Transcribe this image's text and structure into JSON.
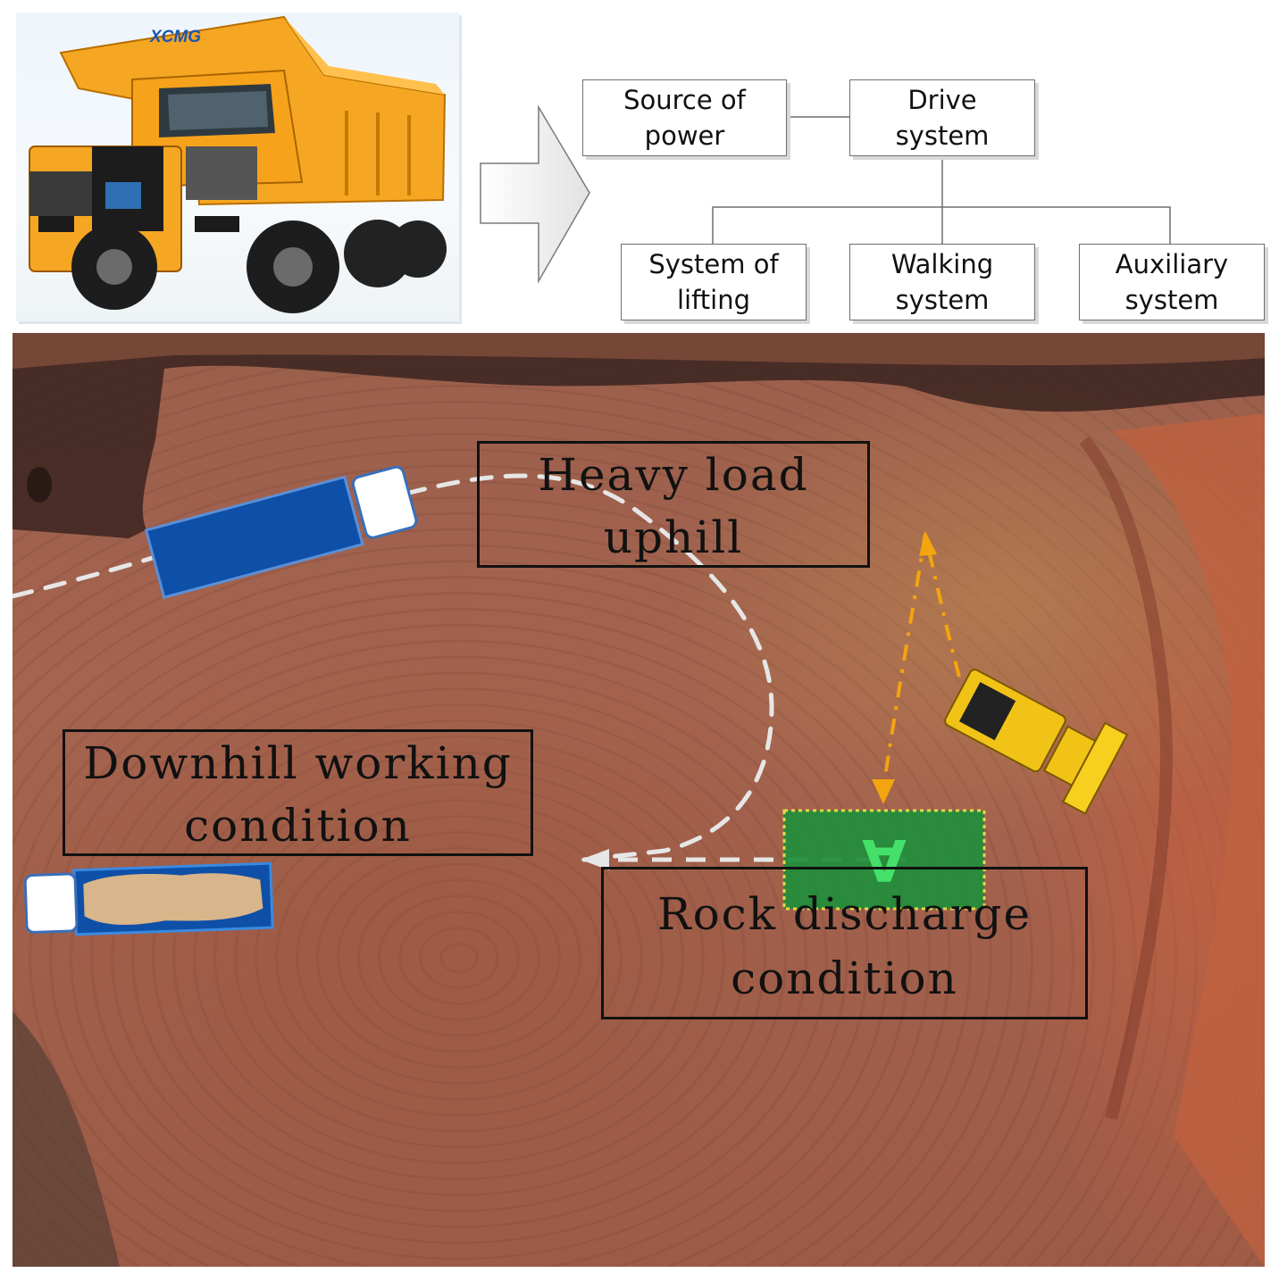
{
  "truck_photo": {
    "brand": "XCMG"
  },
  "diagram": {
    "source_of_power": [
      "Source of",
      "power"
    ],
    "drive_system": [
      "Drive",
      "system"
    ],
    "system_of_lifting": [
      "System of",
      "lifting"
    ],
    "walking_system": [
      "Walking",
      "system"
    ],
    "auxiliary_system": [
      "Auxiliary",
      "system"
    ]
  },
  "conditions": {
    "heavy_load": [
      "Heavy load",
      "uphill"
    ],
    "downhill": [
      "Downhill working",
      "condition"
    ],
    "rock_discharge": [
      "Rock discharge",
      "condition"
    ]
  },
  "colors": {
    "truck_body": "#f5a623",
    "dump_truck_blue": "#0e4fa8",
    "discharge_zone": "#1f8f3a",
    "loader_path": "#f4a40e",
    "route_path": "#e6e6e6"
  }
}
